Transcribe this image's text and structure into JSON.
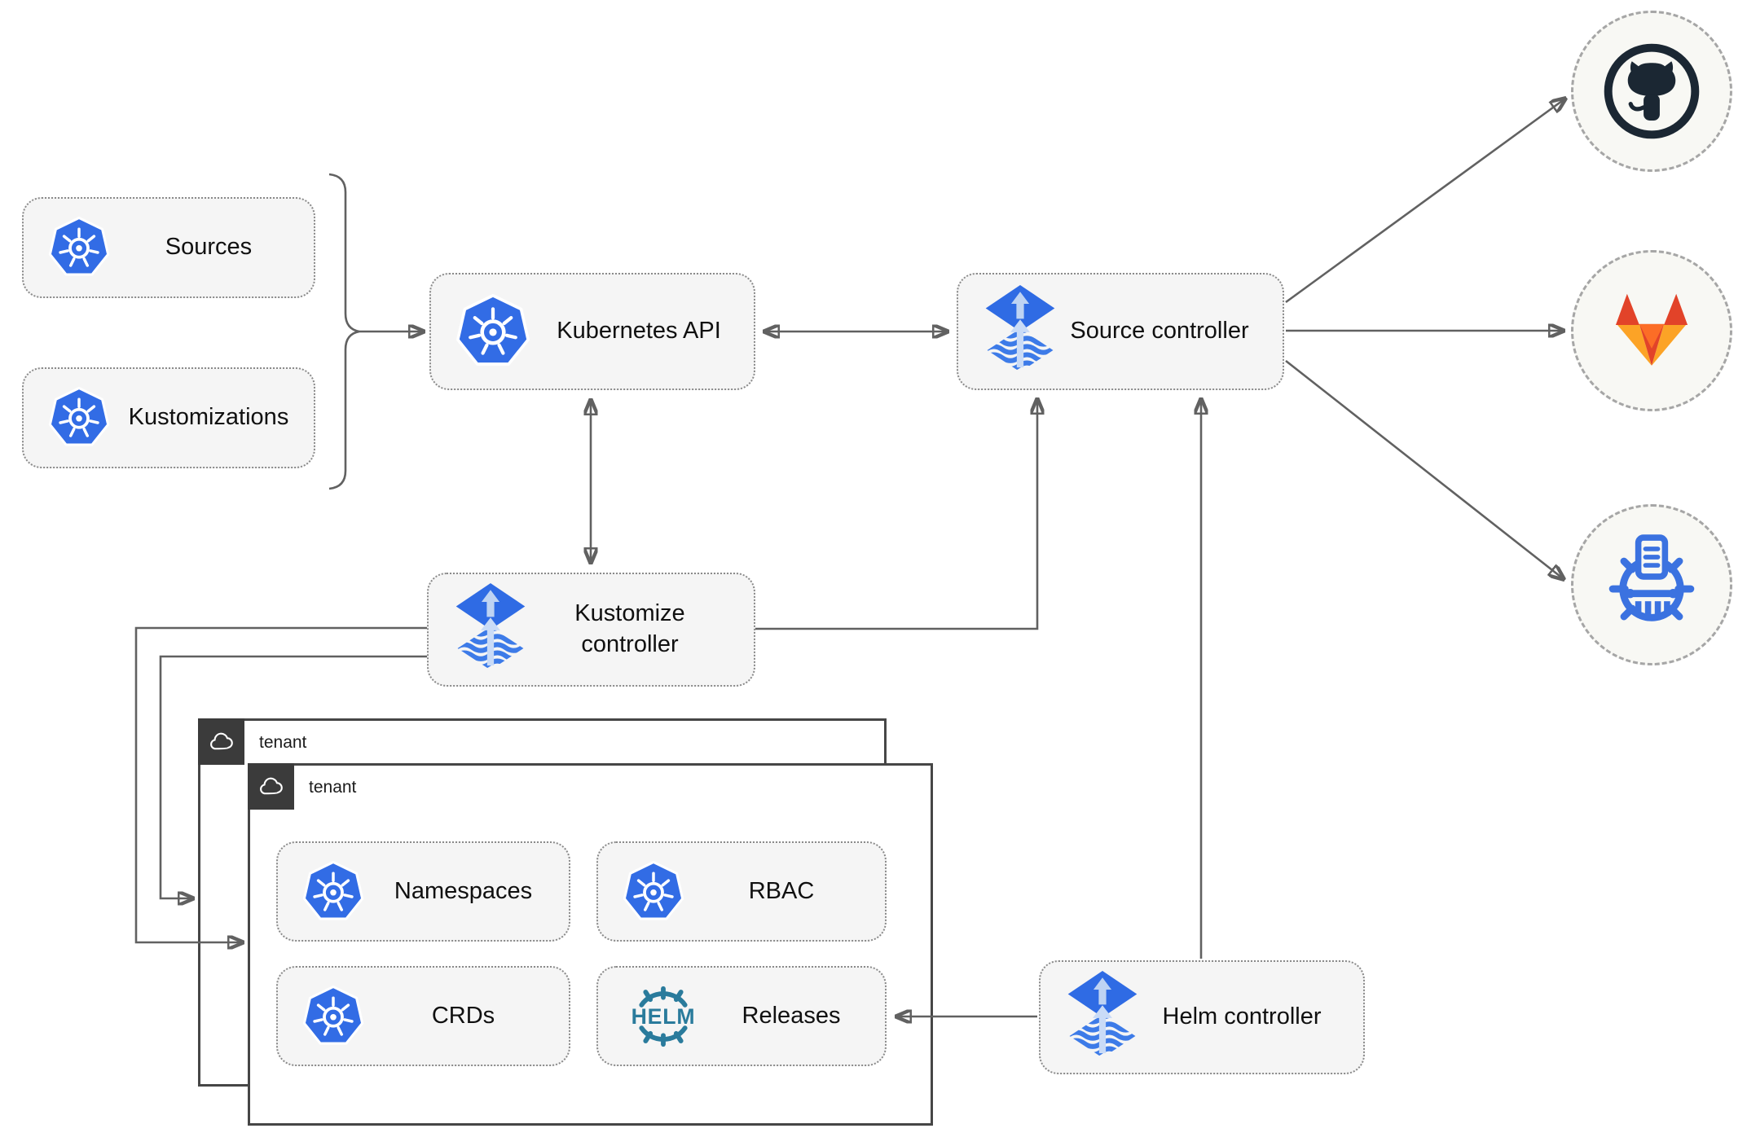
{
  "nodes": {
    "sources": {
      "label": "Sources"
    },
    "kustomizations": {
      "label": "Kustomizations"
    },
    "kubernetes_api": {
      "label": "Kubernetes API"
    },
    "source_controller": {
      "label": "Source controller"
    },
    "kustomize_controller": {
      "label": "Kustomize controller"
    },
    "helm_controller": {
      "label": "Helm controller"
    },
    "namespaces": {
      "label": "Namespaces"
    },
    "rbac": {
      "label": "RBAC"
    },
    "crds": {
      "label": "CRDs"
    },
    "releases": {
      "label": "Releases"
    }
  },
  "tenants": {
    "back": {
      "label": "tenant"
    },
    "front": {
      "label": "tenant"
    }
  },
  "icons": {
    "helm_wordmark": "HELM",
    "kubernetes": "kubernetes-logo",
    "flux": "flux-logo",
    "helm": "helm-logo",
    "cloud": "cloud-icon",
    "github": "github-logo",
    "gitlab": "gitlab-logo",
    "chartmuseum": "chartmuseum-logo"
  },
  "colors": {
    "kubernetes_blue": "#326CE5",
    "flux_blue": "#2F6BE4",
    "flux_stripe_blue": "#3D7BE8",
    "flux_arrow_light": "#BED3F3",
    "helm_teal": "#2A7B9C",
    "github_dark": "#1B2733",
    "gitlab_red": "#E24329",
    "gitlab_light_orange": "#FCA326",
    "chartmuseum_blue": "#3B72E0",
    "node_fill": "#F5F5F5",
    "line_gray": "#616161",
    "tenant_header_dark": "#3B3B3B"
  }
}
